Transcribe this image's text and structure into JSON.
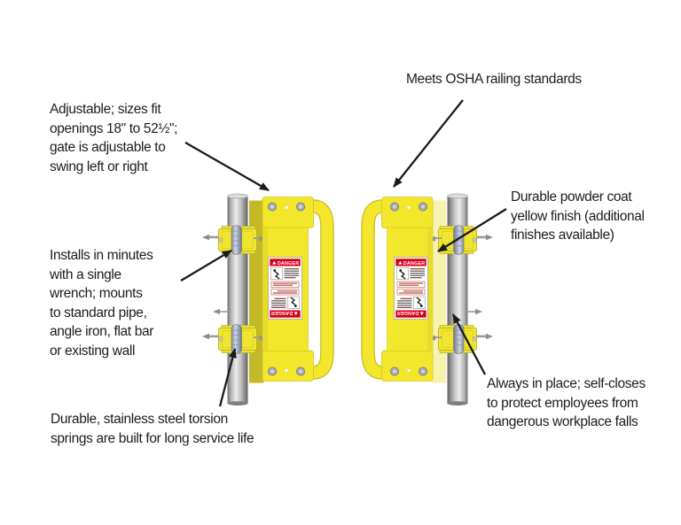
{
  "figure": {
    "callouts": [
      {
        "id": "adjustable",
        "text": "Adjustable; sizes fit\nopenings 18\" to 52½\";\ngate is adjustable to\nswing left or right"
      },
      {
        "id": "osha",
        "text": "Meets OSHA railing standards"
      },
      {
        "id": "powder_coat",
        "text": "Durable powder coat\nyellow finish (additional\nfinishes available)"
      },
      {
        "id": "install",
        "text": "Installs in minutes\nwith a single\nwrench; mounts\nto standard pipe,\nangle iron, flat bar\nor existing wall"
      },
      {
        "id": "springs",
        "text": "Durable, stainless steel torsion\nsprings are built for long service life"
      },
      {
        "id": "self_closing",
        "text": "Always in place; self-closes\nto protect employees from\ndangerous workplace falls"
      }
    ],
    "danger_label_text": "DANGER",
    "colors": {
      "gate_yellow": "#F2E72B",
      "gate_yellow_dark_side": "#C3B827",
      "gate_yellow_pale_side": "#F7F2AE",
      "danger_red": "#D6001C",
      "arrow_black": "#1a1a1a",
      "post_gray": "#9b9b9b"
    }
  }
}
